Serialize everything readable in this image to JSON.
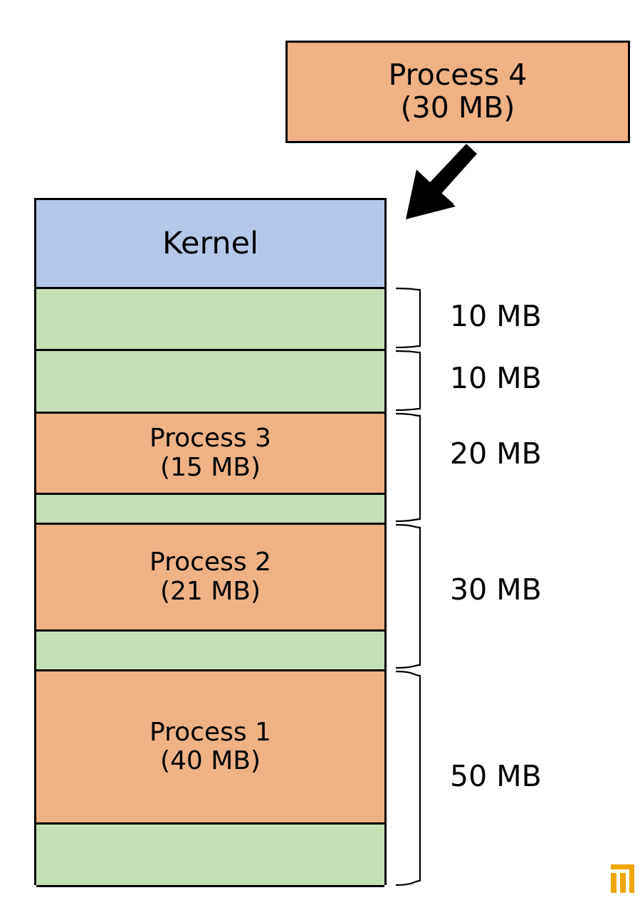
{
  "diagram": {
    "title": "Memory allocation diagram",
    "colors": {
      "process_fill": "#f0b183",
      "free_fill": "#c5e0b4",
      "kernel_fill": "#b4c7e7",
      "outline": "#000000",
      "logo": "#f0a500"
    }
  },
  "incoming_process": {
    "name": "Process 4",
    "size": "(30 MB)"
  },
  "arrow": {
    "icon": "down-left-arrow",
    "direction": "down-left"
  },
  "memory": {
    "segments": [
      {
        "id": "kernel",
        "label": "Kernel",
        "sublabel": "",
        "kind": "kernel"
      },
      {
        "id": "free-1",
        "label": "",
        "sublabel": "",
        "kind": "free"
      },
      {
        "id": "free-2",
        "label": "",
        "sublabel": "",
        "kind": "free"
      },
      {
        "id": "process-3",
        "label": "Process 3",
        "sublabel": "(15 MB)",
        "kind": "process"
      },
      {
        "id": "free-3",
        "label": "",
        "sublabel": "",
        "kind": "free"
      },
      {
        "id": "process-2",
        "label": "Process 2",
        "sublabel": "(21 MB)",
        "kind": "process"
      },
      {
        "id": "free-4",
        "label": "",
        "sublabel": "",
        "kind": "free"
      },
      {
        "id": "process-1",
        "label": "Process 1",
        "sublabel": "(40 MB)",
        "kind": "process"
      },
      {
        "id": "free-5",
        "label": "",
        "sublabel": "",
        "kind": "free"
      }
    ]
  },
  "brace_labels": [
    {
      "id": "hole-1",
      "text": "10 MB"
    },
    {
      "id": "hole-2",
      "text": "10 MB"
    },
    {
      "id": "hole-3",
      "text": "20 MB"
    },
    {
      "id": "hole-4",
      "text": "30 MB"
    },
    {
      "id": "hole-5",
      "text": "50 MB"
    }
  ],
  "logo": {
    "name": "brand-logo",
    "color": "#f0a500"
  }
}
